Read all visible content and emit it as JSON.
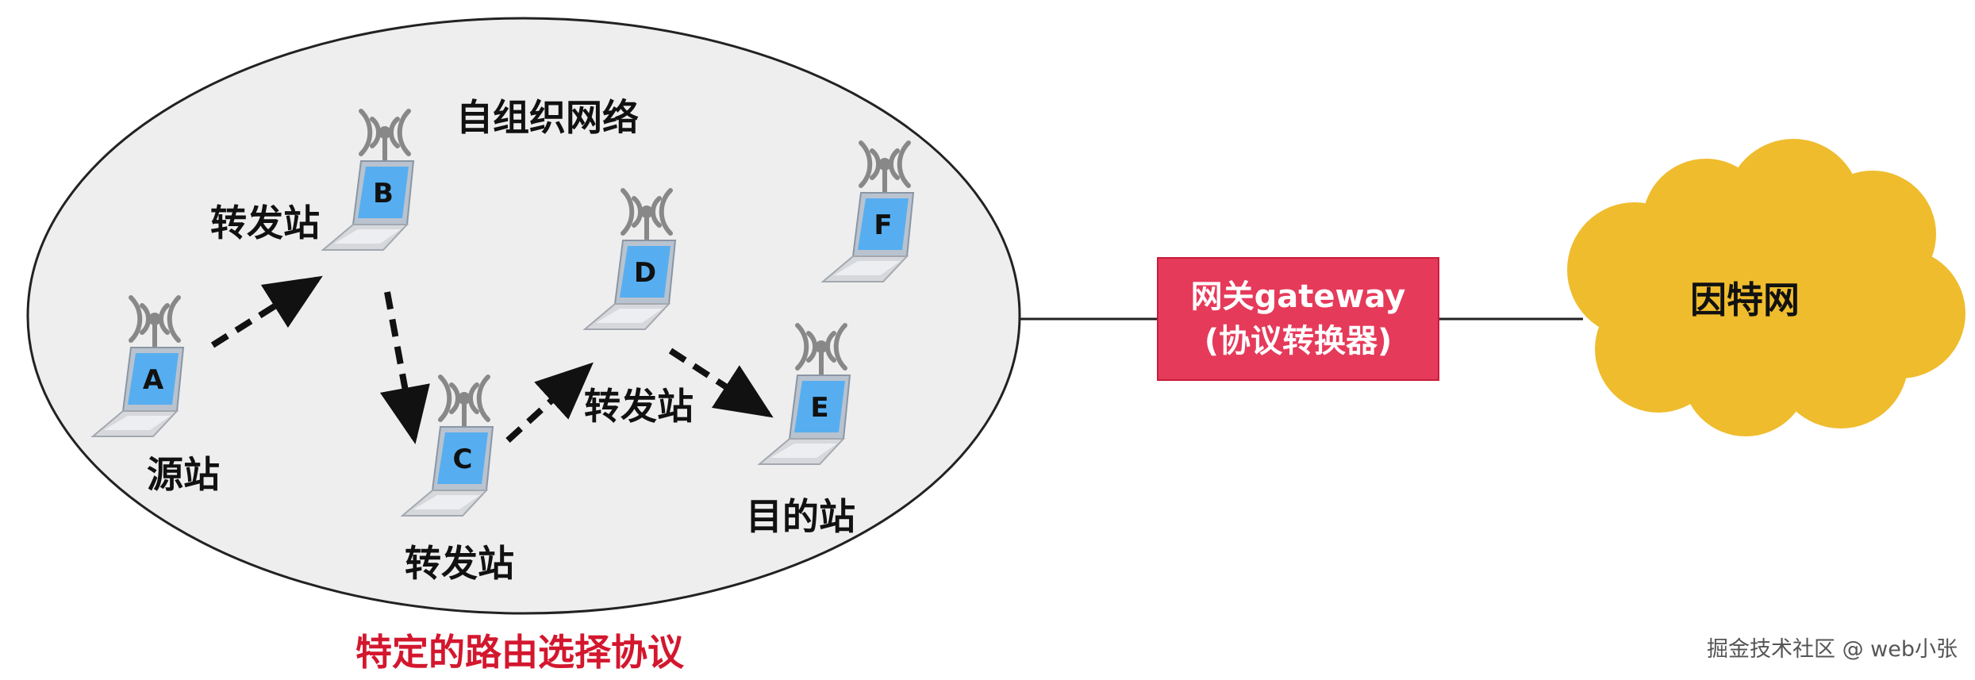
{
  "network_title": "自组织网络",
  "protocol_caption": "特定的路由选择协议",
  "gateway": {
    "line1": "网关gateway",
    "line2": "(协议转换器)"
  },
  "internet_label": "因特网",
  "watermark": "掘金技术社区 @ web小张",
  "stations": [
    {
      "letter": "A",
      "caption": "源站"
    },
    {
      "letter": "B",
      "caption": "转发站"
    },
    {
      "letter": "C",
      "caption": "转发站"
    },
    {
      "letter": "D",
      "caption": "转发站"
    },
    {
      "letter": "E",
      "caption": "目的站"
    },
    {
      "letter": "F",
      "caption": ""
    }
  ],
  "colors": {
    "ellipse_fill": "#eeeeee",
    "ellipse_stroke": "#222222",
    "gateway_fill": "#e63a5a",
    "cloud_fill": "#efbc2d",
    "caption_red": "#d3172e",
    "screen_blue": "#56aef0",
    "laptop_gray": "#d6d8dc",
    "antenna_gray": "#888888"
  },
  "icons": {
    "station": "laptop-wifi-icon",
    "internet": "cloud-icon"
  }
}
